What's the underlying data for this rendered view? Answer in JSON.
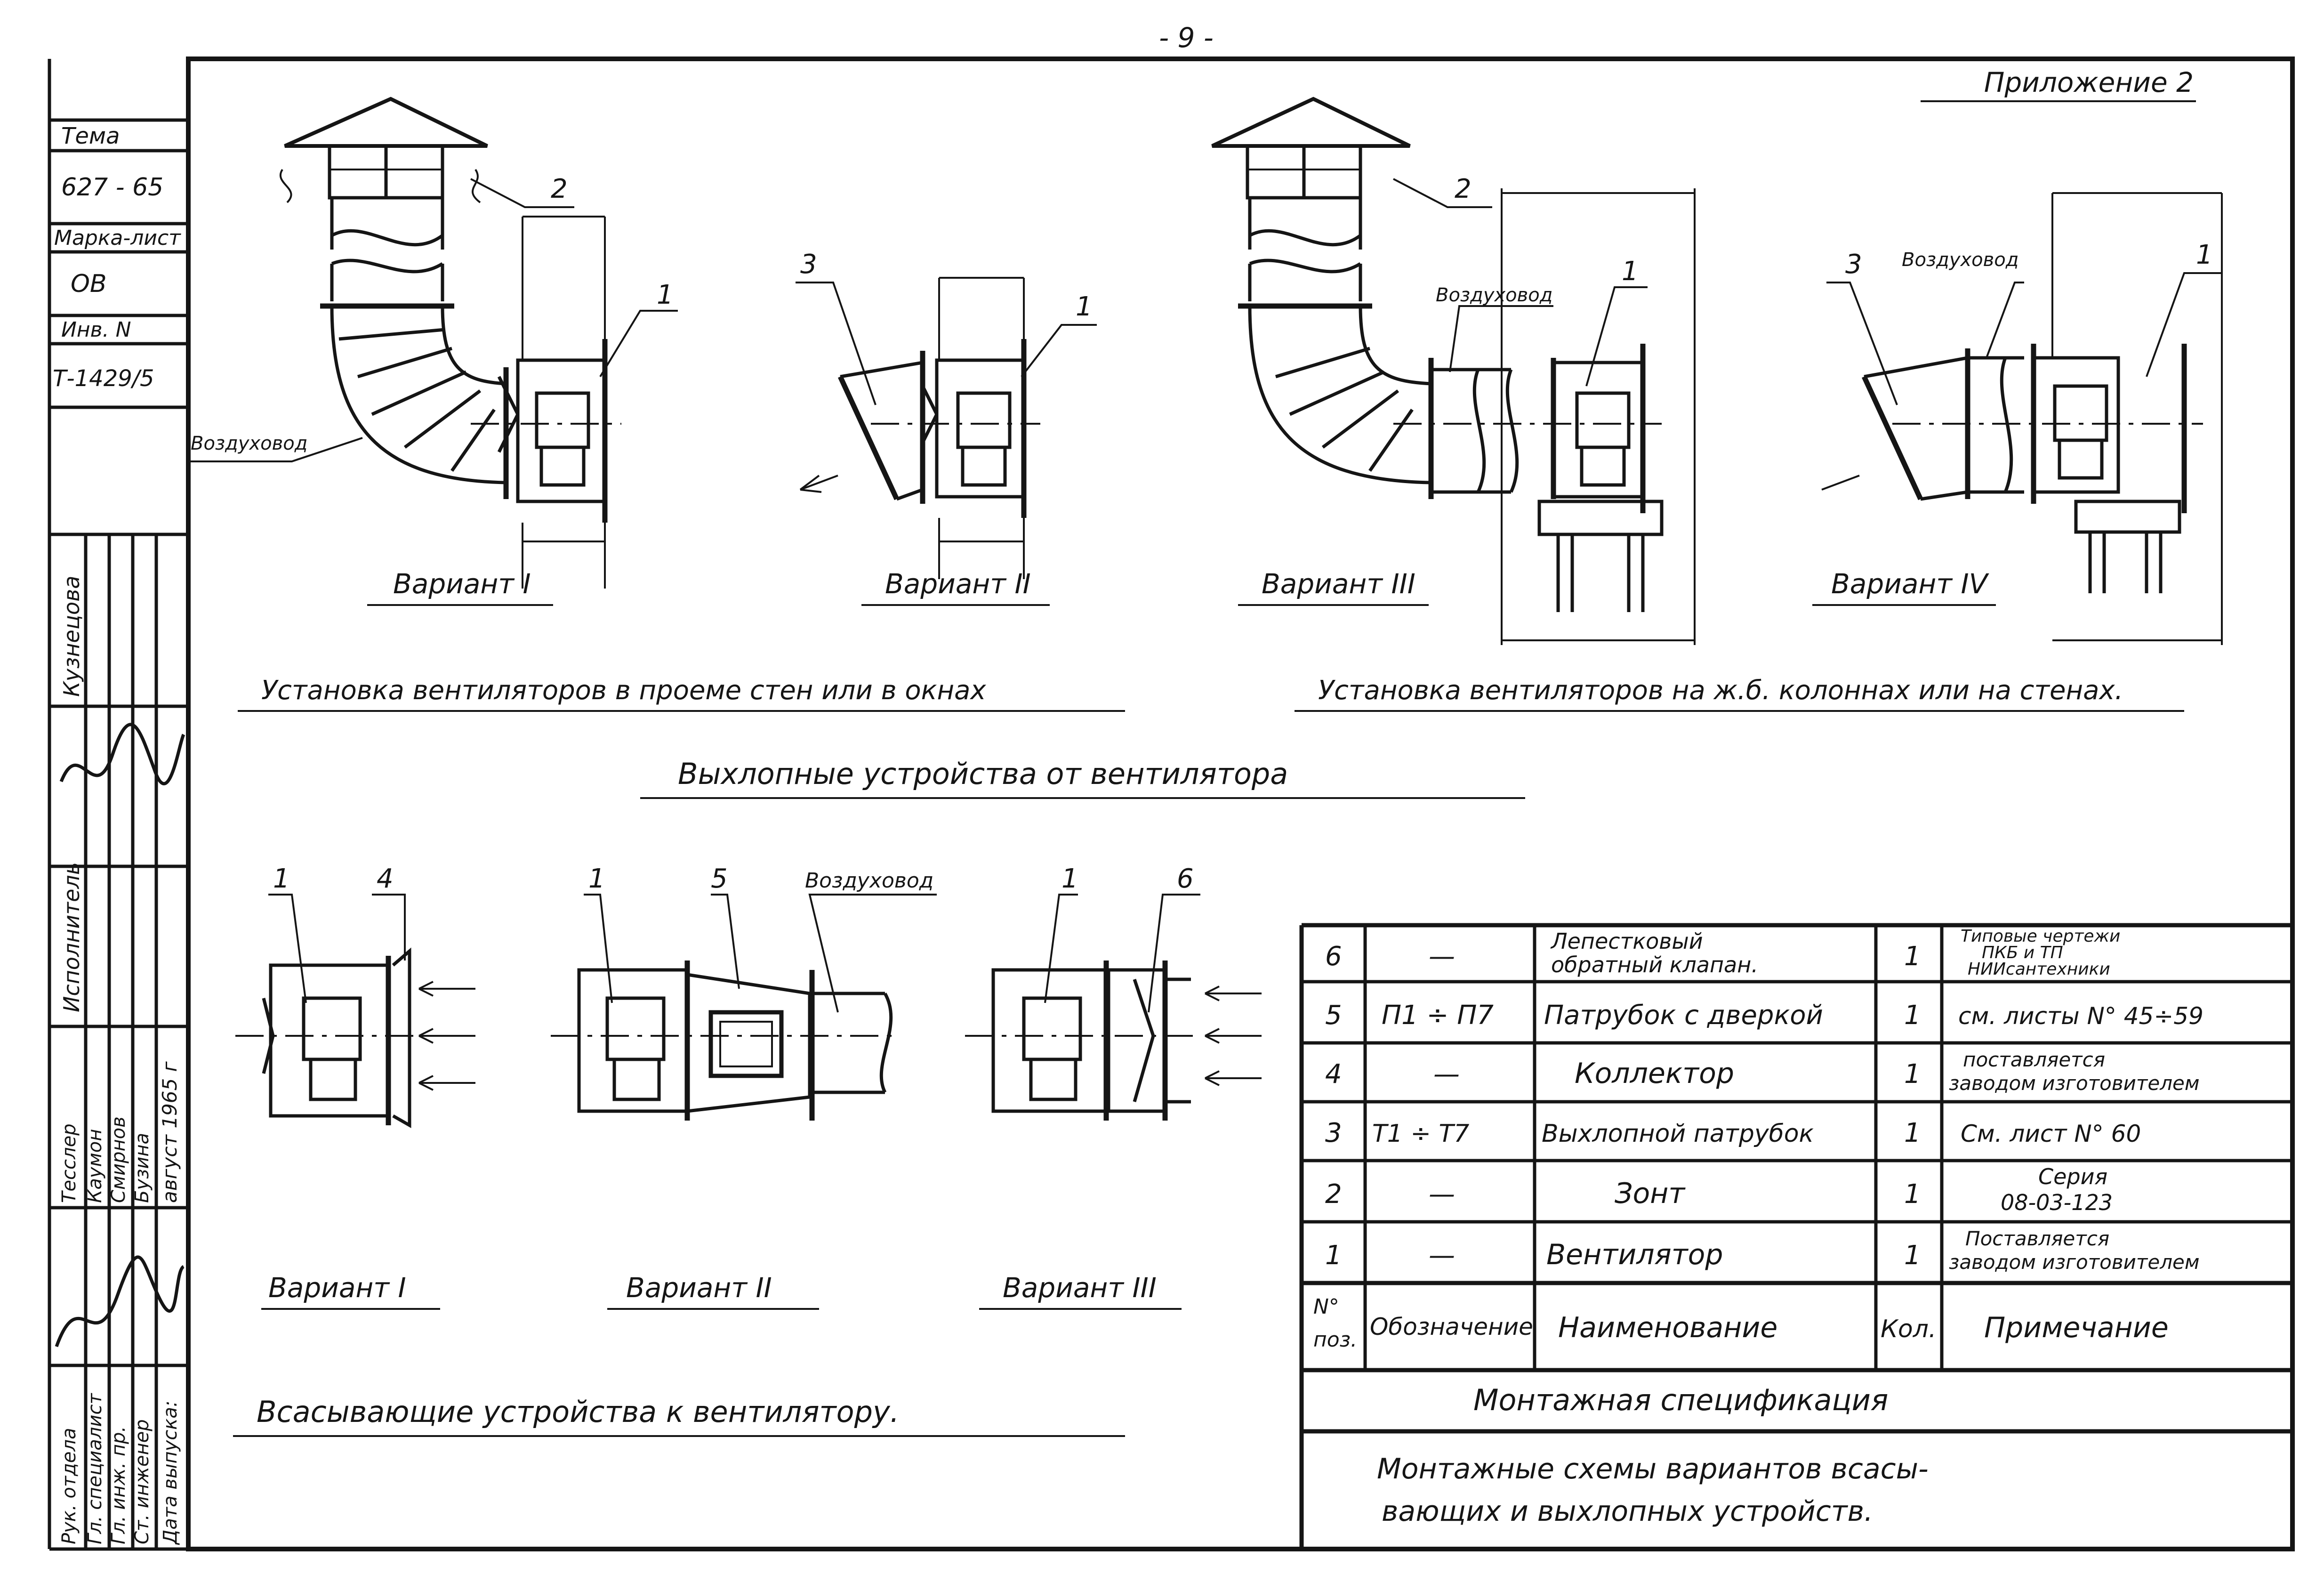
{
  "page_number": "- 9 -",
  "appendix": "Приложение 2",
  "stamp": {
    "tema_label": "Тема",
    "tema_value": "627 - 65",
    "marka_label": "Марка-лист",
    "marka_value": "ОВ",
    "inv_label": "Инв. N",
    "inv_value": "Т-1429/5"
  },
  "side_block": {
    "kuznetsova": "Кузнецова",
    "ispolnitel": "Исполнитель",
    "roles": [
      "Рук. отдела",
      "Гл. специалист",
      "Гл. инж. пр.",
      "Ст. инженер",
      "Дата выпуска:"
    ],
    "names": [
      "Тесслер",
      "Каумон",
      "Смирнов",
      "Бузина",
      "август 1965 г"
    ]
  },
  "top_section": {
    "caption_left": "Установка вентиляторов в проеме стен или в окнах",
    "caption_right": "Установка вентиляторов на ж.б. колоннах или на стенах.",
    "variants": [
      "Вариант I",
      "Вариант II",
      "Вариант III",
      "Вариант IV"
    ],
    "air_duct": "Воздуховод",
    "callouts": [
      "1",
      "2",
      "3"
    ]
  },
  "exhaust_title": "Выхлопные устройства от вентилятора",
  "suction": {
    "title": "Всасывающие устройства к вентилятору.",
    "variants": [
      "Вариант I",
      "Вариант II",
      "Вариант III"
    ],
    "air_duct": "Воздуховод",
    "callouts": [
      "1",
      "4",
      "1",
      "5",
      "1",
      "6"
    ]
  },
  "spec_table": {
    "headers": {
      "pos": "N° поз.",
      "designation": "Обозначение",
      "name": "Наименование",
      "qty": "Кол.",
      "note": "Примечание"
    },
    "rows": [
      {
        "pos": "6",
        "designation": "—",
        "name": "Лепестковый обратный клапан.",
        "qty": "1",
        "note": "Типовые чертежи ПКБ и ТП НИИсантехники"
      },
      {
        "pos": "5",
        "designation": "П1 ÷ П7",
        "name": "Патрубок с дверкой",
        "qty": "1",
        "note": "см. листы N° 45÷59"
      },
      {
        "pos": "4",
        "designation": "—",
        "name": "Коллектор",
        "qty": "1",
        "note": "поставляется заводом изготовителем"
      },
      {
        "pos": "3",
        "designation": "Т1 ÷ Т7",
        "name": "Выхлопной патрубок",
        "qty": "1",
        "note": "См. лист N° 60"
      },
      {
        "pos": "2",
        "designation": "—",
        "name": "Зонт",
        "qty": "1",
        "note": "Серия 08-03-123"
      },
      {
        "pos": "1",
        "designation": "—",
        "name": "Вентилятор",
        "qty": "1",
        "note": "Поставляется заводом изготовителем"
      }
    ],
    "caption": "Монтажная спецификация"
  },
  "title_block": {
    "line1": "Монтажные схемы вариантов всасы-",
    "line2": "вающих и выхлопных устройств."
  }
}
